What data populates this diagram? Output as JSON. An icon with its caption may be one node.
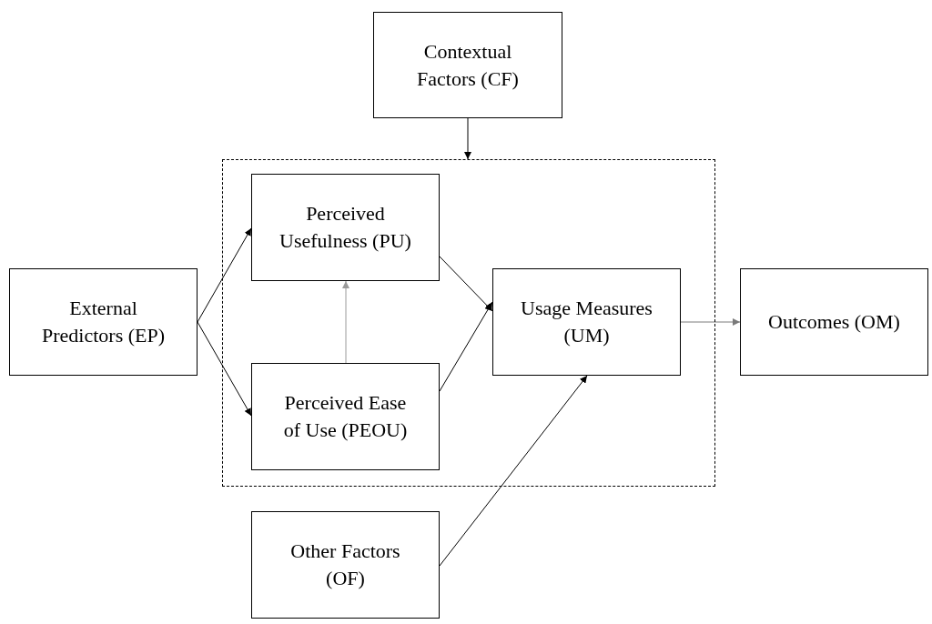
{
  "diagram": {
    "nodes": [
      {
        "text": [
          "Contextual Factors (CF)"
        ]
      },
      {
        "text": [],
        "shape": "box"
      },
      {
        "text": [
          "Perceived Usefulness (PU)"
        ],
        "in": 1
      },
      {
        "text": [
          "Perceived Ease of Use (PEOU)"
        ],
        "in": 1
      },
      {
        "text": [
          "Usage Measures (UM)"
        ],
        "in": 1
      },
      {
        "text": [
          "External Predictors (EP)"
        ]
      },
      {
        "text": [
          "Outcomes (OM)"
        ]
      },
      {
        "text": [
          "Other Factors (OF)"
        ]
      }
    ],
    "edges": [
      {
        "from": 0,
        "to": 1,
        "arrow": "to"
      },
      {
        "from": 5,
        "to": 2,
        "arrow": "to"
      },
      {
        "from": 5,
        "to": 3,
        "arrow": "to"
      },
      {
        "from": 3,
        "to": 2,
        "arrow": "to",
        "color": "#9a9a9a"
      },
      {
        "from": 2,
        "to": 4,
        "arrow": "to"
      },
      {
        "from": 3,
        "to": 4,
        "arrow": "to"
      },
      {
        "from": 4,
        "to": 6,
        "arrow": "to",
        "color": "#7a7a7a"
      },
      {
        "from": 7,
        "to": 4,
        "arrow": "to"
      }
    ]
  }
}
